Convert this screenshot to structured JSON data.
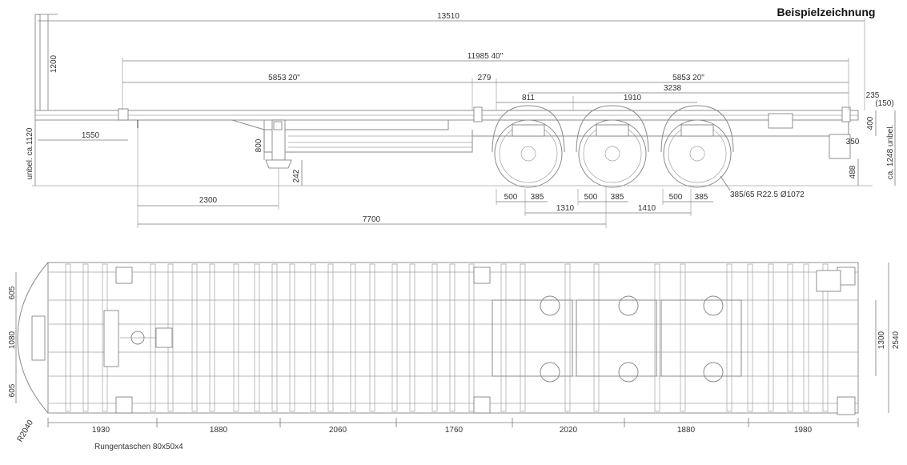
{
  "title": "Beispielzeichnung",
  "side_view": {
    "dims": {
      "overall_length": "13510",
      "bed_length": "11985 40\"",
      "section_front": "5853 20\"",
      "section_gap": "279",
      "section_rear": "5853 20\"",
      "axle_spread": "3238",
      "front_to_axle": "811",
      "axle_pitch_pair": "1910",
      "rear_235": "235",
      "rear_150": "(150)",
      "headboard": "1200",
      "kingpin_1550": "1550",
      "coupling_height": "unbel. ca.1120",
      "leg_800": "800",
      "leg_242": "242",
      "rear_400": "400",
      "rear_350": "350",
      "rear_488": "488",
      "rear_height": "ca. 1248 unbel.",
      "kingpin_to_leg": "2300",
      "kingpin_to_axle": "7700",
      "a1_500": "500",
      "a1_385": "385",
      "a2_500": "500",
      "a2_385": "385",
      "a3_500": "500",
      "a3_385": "385",
      "pitch_1310": "1310",
      "pitch_1410": "1410",
      "tyre": "385/65 R22.5 Ø1072"
    }
  },
  "top_view": {
    "dims": {
      "w_605_top": "605",
      "w_1080": "1080",
      "w_605_bottom": "605",
      "w_1300": "1300",
      "w_2540": "2540",
      "radius": "R2040",
      "seg1": "1930",
      "seg2": "1880",
      "seg3": "2060",
      "seg4": "1760",
      "seg5": "2020",
      "seg6": "1880",
      "seg7": "1980"
    },
    "note": "Rungentaschen 80x50x4"
  }
}
